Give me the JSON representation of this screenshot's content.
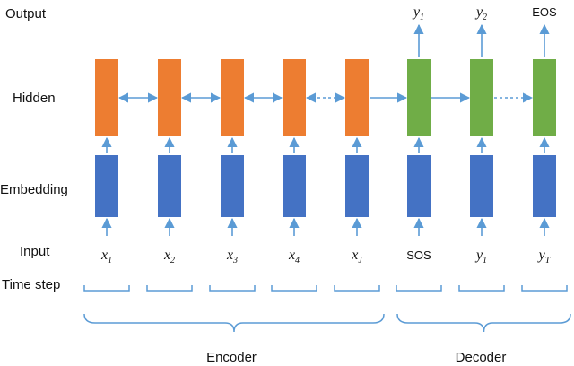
{
  "row_labels": {
    "output": "Output",
    "hidden": "Hidden",
    "embedding": "Embedding",
    "input": "Input",
    "time_step": "Time step"
  },
  "groups": {
    "encoder": "Encoder",
    "decoder": "Decoder"
  },
  "inputs": [
    {
      "base": "x",
      "sub": "1",
      "style": "var"
    },
    {
      "base": "x",
      "sub": "2",
      "style": "var"
    },
    {
      "base": "x",
      "sub": "3",
      "style": "var"
    },
    {
      "base": "x",
      "sub": "4",
      "style": "var"
    },
    {
      "base": "x",
      "sub": "J",
      "style": "var"
    },
    {
      "base": "SOS",
      "sub": "",
      "style": "plain"
    },
    {
      "base": "y",
      "sub": "1",
      "style": "var"
    },
    {
      "base": "y",
      "sub": "T",
      "style": "var"
    }
  ],
  "outputs": [
    {
      "base": "y",
      "sub": "1",
      "style": "var"
    },
    {
      "base": "y",
      "sub": "2",
      "style": "var"
    },
    {
      "base": "EOS",
      "sub": "",
      "style": "plain"
    }
  ],
  "colors": {
    "encoder_hidden": "#ed7d31",
    "decoder_hidden": "#70ad47",
    "embedding": "#4472c4",
    "arrow": "#5b9bd5"
  }
}
